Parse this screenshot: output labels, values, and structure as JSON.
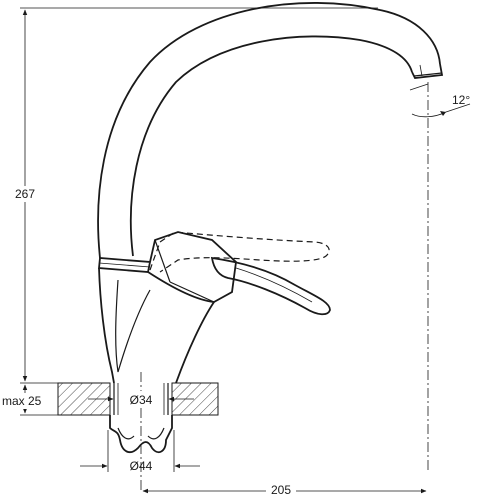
{
  "drawing": {
    "dimensions": {
      "total_height": "267",
      "mount_thickness": "max 25",
      "shank_diameter": "Ø34",
      "base_diameter": "Ø44",
      "spout_reach": "205",
      "swivel_angle": "12°"
    }
  }
}
